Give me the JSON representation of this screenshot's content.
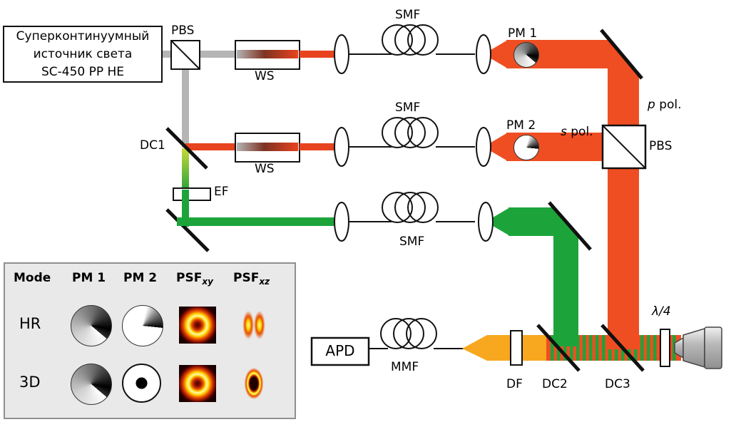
{
  "source_box": {
    "line1": "Суперконтинуумный",
    "line2": "источник света",
    "line3": "SC-450 PP HE"
  },
  "labels": {
    "pbs_top": "PBS",
    "ws1": "WS",
    "smf1": "SMF",
    "pm1": "PM 1",
    "p_pol_sym": "p",
    "p_pol_word": "pol.",
    "s_pol_sym": "s",
    "s_pol_word": "pol.",
    "pbs_right": "PBS",
    "dc1": "DC1",
    "ws2": "WS",
    "smf2": "SMF",
    "pm2": "PM 2",
    "ef": "EF",
    "smf3": "SMF",
    "apd": "APD",
    "mmf": "MMF",
    "df": "DF",
    "dc2": "DC2",
    "dc3": "DC3",
    "qwp": "λ/4"
  },
  "legend": {
    "header_mode": "Mode",
    "header_pm1": "PM 1",
    "header_pm2": "PM 2",
    "psf_base": "PSF",
    "psf_xy_sub": "xy",
    "psf_xz_sub": "xz",
    "row1_mode": "HR",
    "row2_mode": "3D"
  },
  "colors": {
    "supercontinuum_beam": "#b5b5b5",
    "red_beam": "#e8431f",
    "orange_beam": "#ef4e22",
    "green_beam": "#1ca43b",
    "yellow_green_beam": "#c8d93a",
    "emission_beam": "#f7a81f"
  }
}
